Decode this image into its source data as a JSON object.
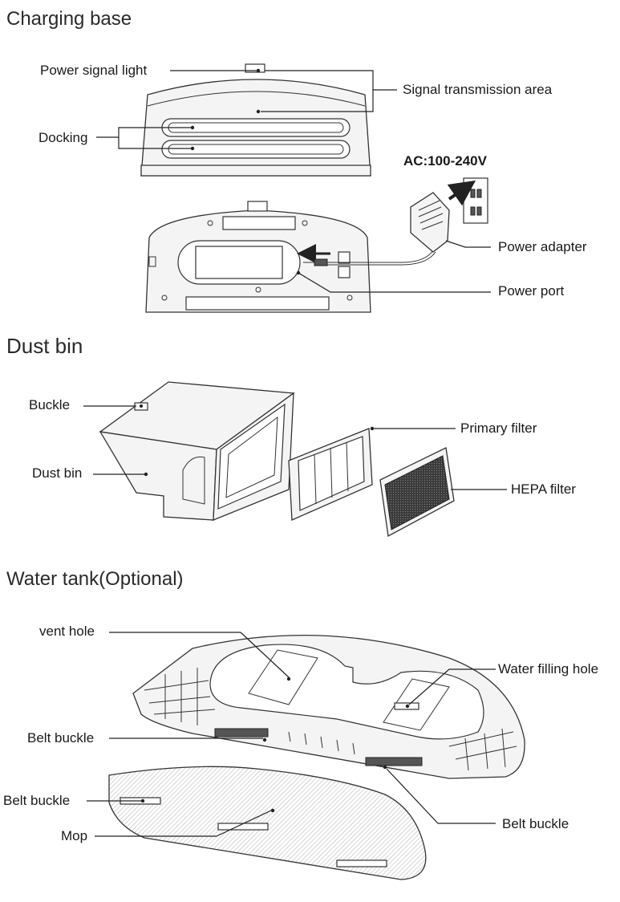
{
  "charging_base": {
    "title": "Charging base",
    "labels": {
      "power_signal_light": "Power signal light",
      "signal_transmission_area": "Signal transmission area",
      "docking": "Docking",
      "ac_voltage": "AC:100-240V",
      "power_adapter": "Power adapter",
      "power_port": "Power port"
    }
  },
  "dust_bin": {
    "title": "Dust bin",
    "labels": {
      "buckle": "Buckle",
      "primary_filter": "Primary filter",
      "dust_bin": "Dust bin",
      "hepa_filter": "HEPA filter"
    }
  },
  "water_tank": {
    "title": "Water tank(Optional)",
    "labels": {
      "vent_hole": "vent hole",
      "water_filling_hole": "Water filling hole",
      "belt_buckle_left": "Belt buckle",
      "belt_buckle_mop": "Belt buckle",
      "mop": "Mop",
      "belt_buckle_right": "Belt buckle"
    }
  }
}
